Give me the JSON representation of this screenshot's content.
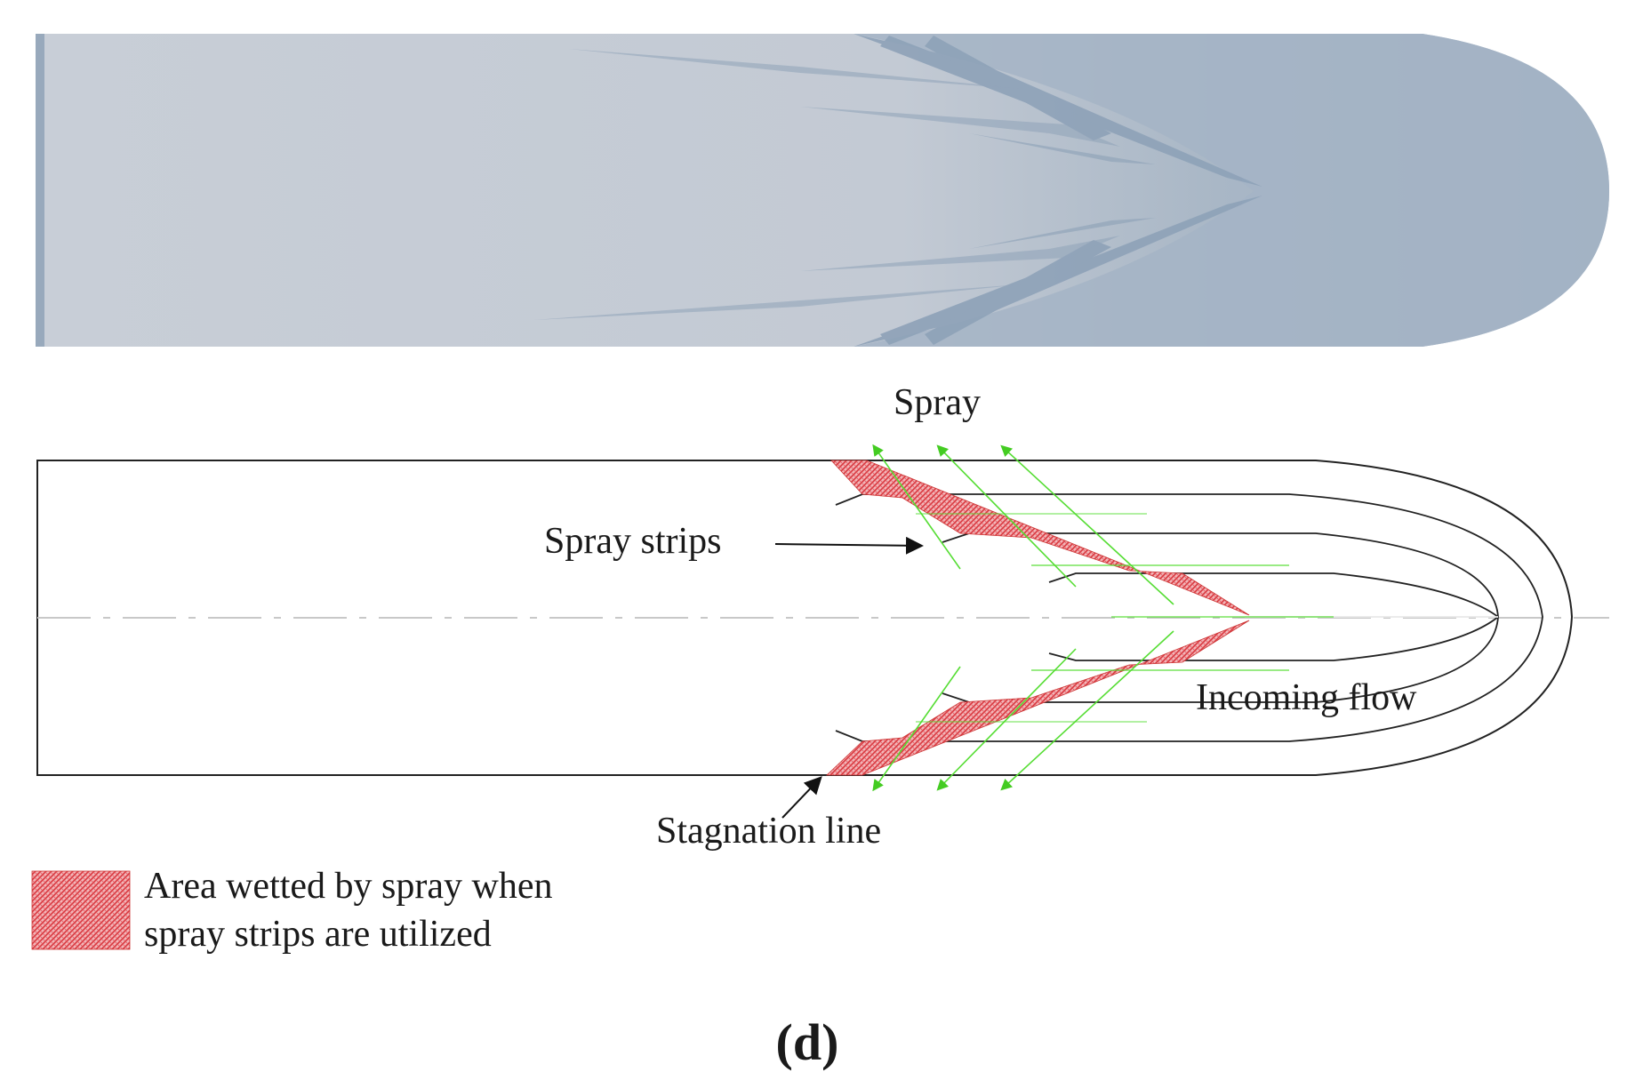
{
  "labels": {
    "spray": "Spray",
    "spray_strips": "Spray strips",
    "incoming_flow": "Incoming flow",
    "stagnation_line": "Stagnation line"
  },
  "legend": {
    "line1": "Area wetted by spray when",
    "line2": "spray strips are utilized"
  },
  "caption": "(d)",
  "colors": {
    "hull_light": "#c7cdd6",
    "hull_dark": "#9fb0c2",
    "wetted_area": "#e26b73",
    "spray_arrow": "#55dd33",
    "outline": "#1a1a1a",
    "centerline": "#cccccc"
  }
}
